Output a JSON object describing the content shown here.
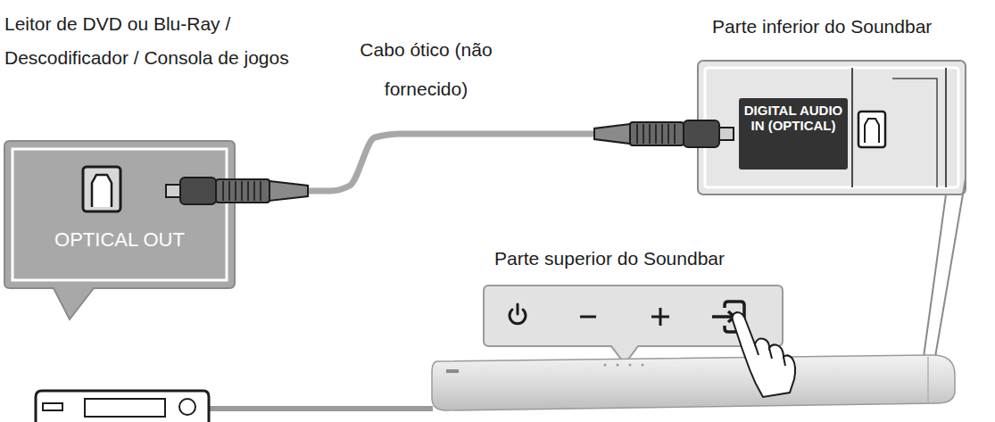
{
  "diagram": {
    "nodes": [
      {
        "text": [
          "Leitor de DVD ou Blu-Ray / Descodificador / Consola de jogos",
          "OPTICAL OUT"
        ]
      },
      {
        "text": [
          "Parte inferior do Soundbar"
        ]
      },
      {
        "text": [
          "DIGITAL AUDIO IN (OPTICAL)"
        ],
        "in": 1
      },
      {
        "text": [
          "Parte superior do Soundbar"
        ]
      }
    ],
    "edges": [
      {
        "from": 0,
        "to": 1,
        "arrow": "none",
        "label": "Cabo ótico (não fornecido)"
      }
    ]
  }
}
